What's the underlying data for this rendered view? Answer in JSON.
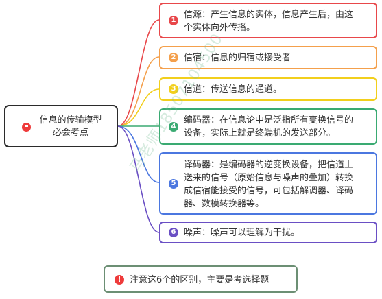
{
  "root": {
    "label_line1": "信息的传输模型",
    "label_line2": "必会考点",
    "icon": "flag-icon"
  },
  "nodes": [
    {
      "num": "1",
      "color": "#e8474a",
      "line1": "信源：产生信息的实体，信息产生后，由这",
      "line2": "个实体向外传播。"
    },
    {
      "num": "2",
      "color": "#f4a04c",
      "line1": "信宿：信息的归宿或接受者"
    },
    {
      "num": "3",
      "color": "#f2cf1c",
      "line1": "信道：传送信息的通道。"
    },
    {
      "num": "4",
      "color": "#3aaa72",
      "line1": "编码器：在信息论中是泛指所有变换信号的",
      "line2": "设备，实际上就是终端机的发送部分。"
    },
    {
      "num": "5",
      "color": "#4b77e0",
      "line1": "译码器：是编码器的逆变换设备，把信道上",
      "line2": "送来的信号（原始信息与噪声的叠加）转换",
      "line3": "成信宿能接受的信号，可包括解调器、译码",
      "line4": "器、数模转换器等。"
    },
    {
      "num": "6",
      "color": "#6a4fc4",
      "line1": "噪声：噪声可以理解为干扰。"
    }
  ],
  "note": {
    "text": "注意这6个的区别，主要是考选择题",
    "icon": "warning-icon",
    "border_color": "#6c8f74"
  },
  "watermark": "马老师18507104500"
}
